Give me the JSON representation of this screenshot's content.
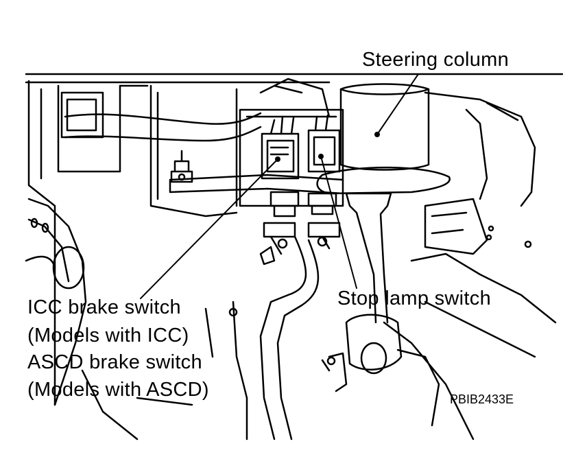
{
  "labels": {
    "steering_column": "Steering column",
    "stop_lamp_switch": "Stop lamp switch",
    "icc_brake_switch": "ICC brake switch",
    "models_with_icc": "(Models with ICC)",
    "ascd_brake_switch": "ASCD brake switch",
    "models_with_ascd": "(Models with ASCD)"
  },
  "figure_code": "PBIB2433E"
}
